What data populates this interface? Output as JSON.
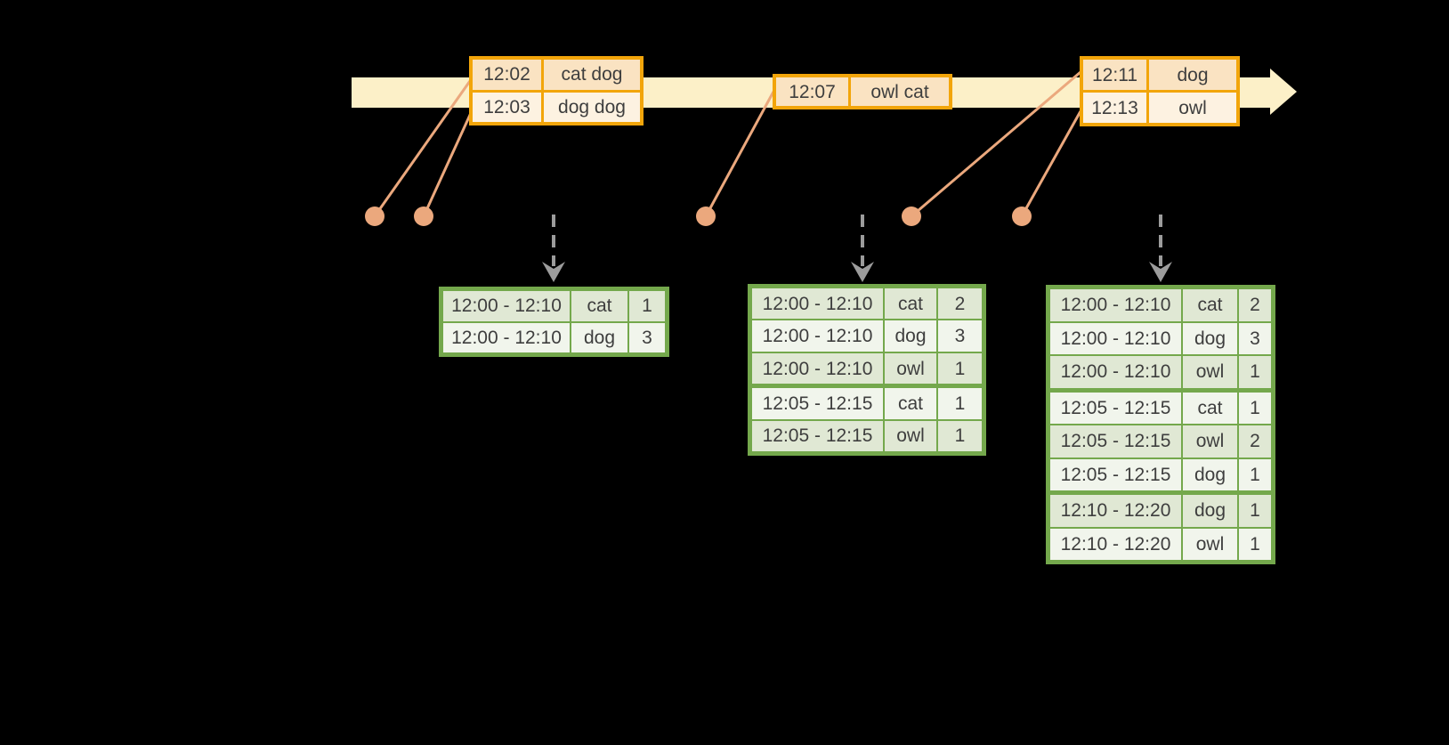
{
  "event_tables": [
    {
      "rows": [
        {
          "time": "12:02",
          "words": "cat dog"
        },
        {
          "time": "12:03",
          "words": "dog dog"
        }
      ]
    },
    {
      "rows": [
        {
          "time": "12:07",
          "words": "owl cat"
        }
      ]
    },
    {
      "rows": [
        {
          "time": "12:11",
          "words": "dog"
        },
        {
          "time": "12:13",
          "words": "owl"
        }
      ]
    }
  ],
  "result_tables": [
    {
      "rows": [
        {
          "window": "12:00 - 12:10",
          "word": "cat",
          "count": "1"
        },
        {
          "window": "12:00 - 12:10",
          "word": "dog",
          "count": "3"
        }
      ]
    },
    {
      "rows": [
        {
          "window": "12:00 - 12:10",
          "word": "cat",
          "count": "2"
        },
        {
          "window": "12:00 - 12:10",
          "word": "dog",
          "count": "3"
        },
        {
          "window": "12:00 - 12:10",
          "word": "owl",
          "count": "1"
        },
        {
          "window": "12:05 - 12:15",
          "word": "cat",
          "count": "1"
        },
        {
          "window": "12:05 - 12:15",
          "word": "owl",
          "count": "1"
        }
      ]
    },
    {
      "rows": [
        {
          "window": "12:00 - 12:10",
          "word": "cat",
          "count": "2"
        },
        {
          "window": "12:00 - 12:10",
          "word": "dog",
          "count": "3"
        },
        {
          "window": "12:00 - 12:10",
          "word": "owl",
          "count": "1"
        },
        {
          "window": "12:05 - 12:15",
          "word": "cat",
          "count": "1"
        },
        {
          "window": "12:05 - 12:15",
          "word": "owl",
          "count": "2"
        },
        {
          "window": "12:05 - 12:15",
          "word": "dog",
          "count": "1"
        },
        {
          "window": "12:10 - 12:20",
          "word": "dog",
          "count": "1"
        },
        {
          "window": "12:10 - 12:20",
          "word": "owl",
          "count": "1"
        }
      ]
    }
  ],
  "colors": {
    "background": "#000000",
    "timeline_band": "#FCF0C8",
    "event_table_border": "#F2A50A",
    "event_row_dark": "#FAE3C2",
    "event_row_light": "#FDF2E1",
    "result_table_border": "#74A84C",
    "result_row_dark": "#E0E8D4",
    "result_row_light": "#F1F5EC",
    "connector_line": "#EBA87D",
    "trigger_arrow": "#9C9C9C",
    "text": "#3E3E3E"
  }
}
